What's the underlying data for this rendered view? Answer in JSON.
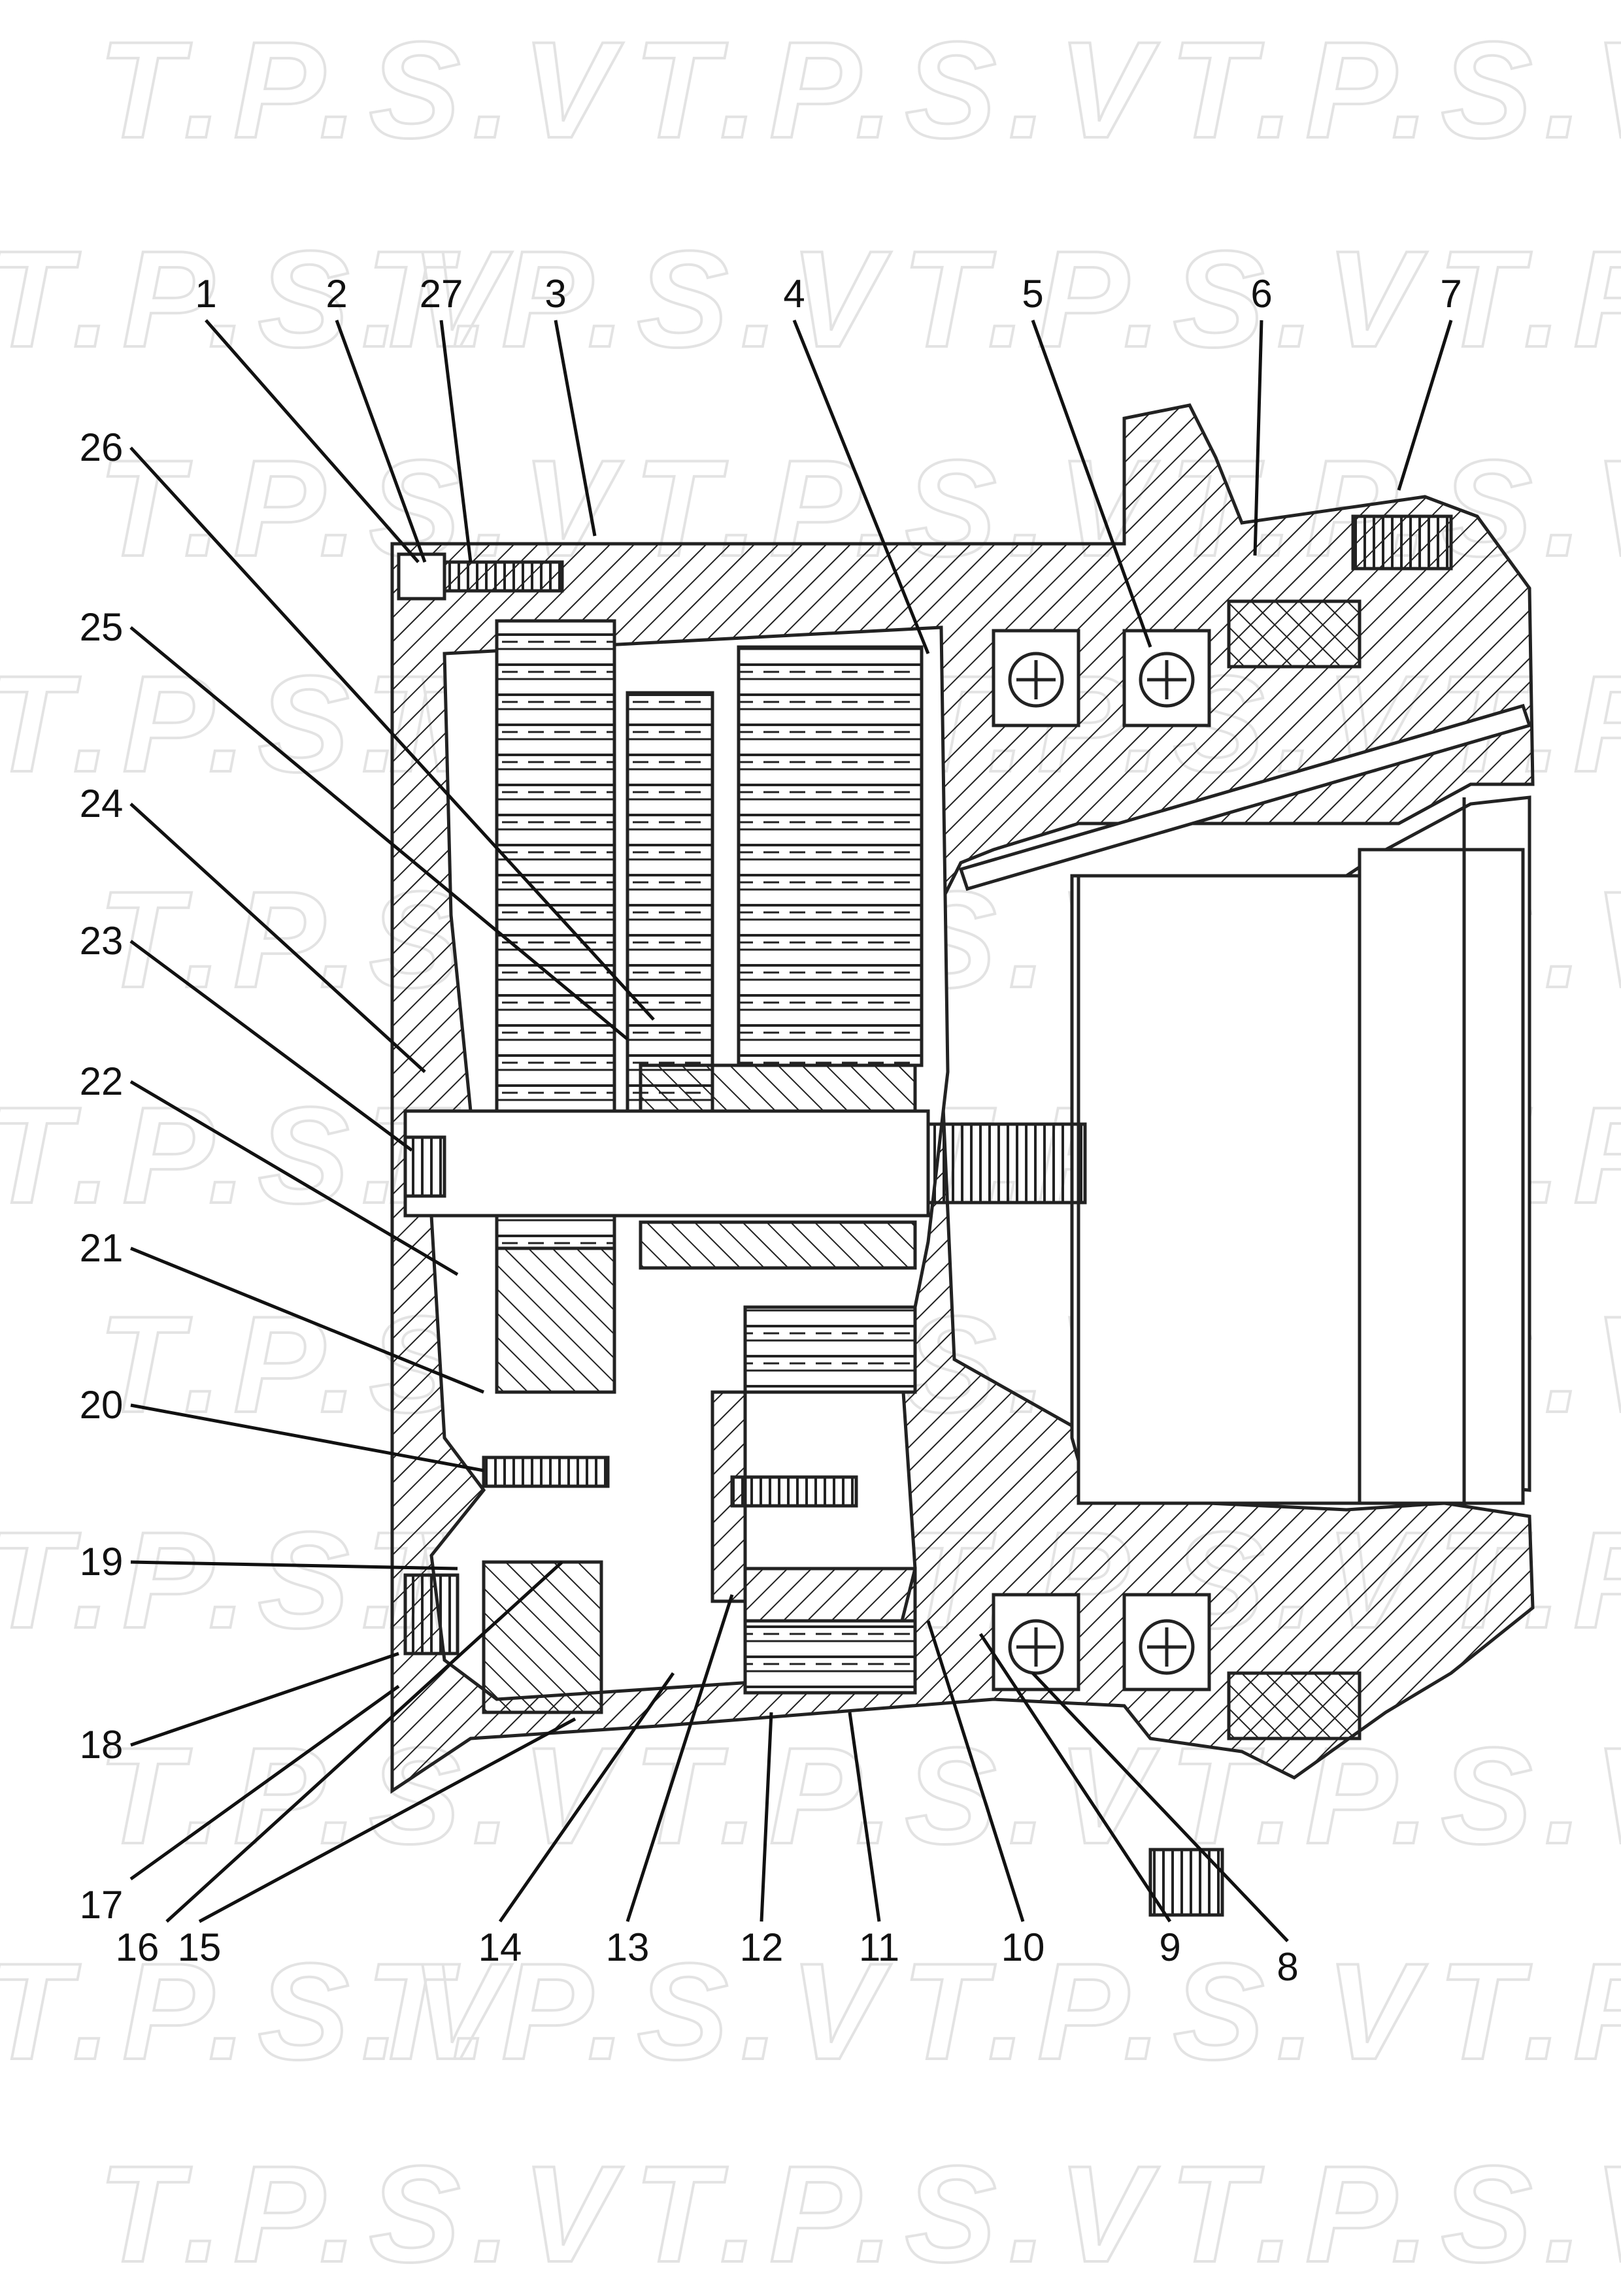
{
  "watermark": {
    "text": "T.P.S.V"
  },
  "diagram": {
    "callouts": [
      "1",
      "2",
      "27",
      "3",
      "4",
      "5",
      "6",
      "7",
      "26",
      "25",
      "24",
      "23",
      "22",
      "21",
      "20",
      "19",
      "18",
      "17",
      "16",
      "15",
      "14",
      "13",
      "12",
      "11",
      "10",
      "9",
      "8"
    ]
  }
}
